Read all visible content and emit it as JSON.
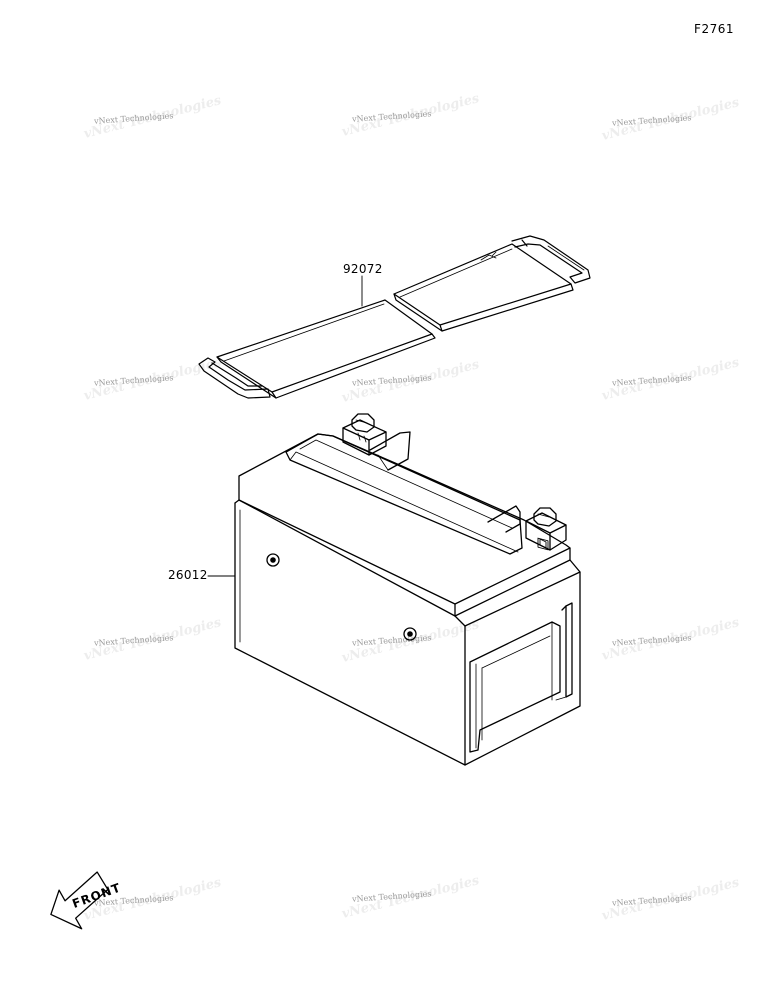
{
  "figure": {
    "id": "F2761"
  },
  "callouts": [
    {
      "part_number": "92072",
      "part": "strap"
    },
    {
      "part_number": "26012",
      "part": "battery"
    }
  ],
  "watermark": {
    "text": "vNext Technologies"
  },
  "direction_marker": {
    "text": "FRONT"
  }
}
